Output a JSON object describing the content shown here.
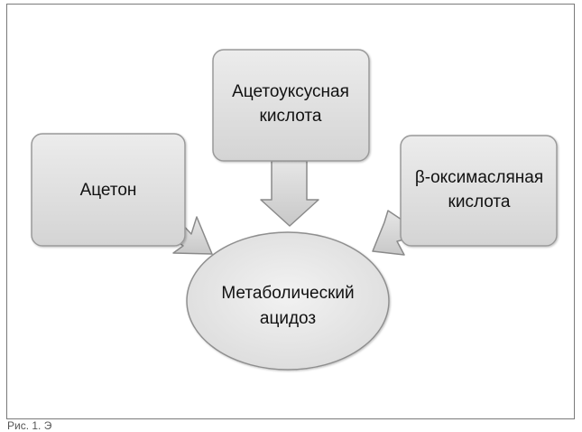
{
  "nodes": {
    "acetone": {
      "label": "Ацетон"
    },
    "acetoacetic": {
      "line1": "Ацетоуксусная",
      "line2": "кислота"
    },
    "hydroxybutyric": {
      "line1": "β-оксимасляная",
      "line2": "кислота"
    },
    "acidosis": {
      "line1": "Метаболический",
      "line2": "ацидоз"
    }
  },
  "caption": "Рис. 1. Э"
}
